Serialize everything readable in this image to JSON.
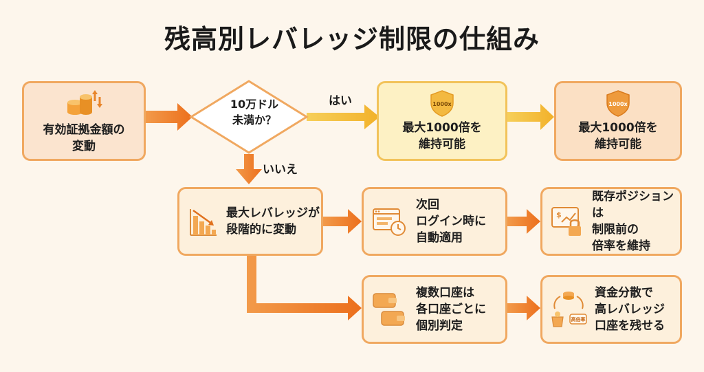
{
  "title": "残高別レバレッジ制限の仕組み",
  "start": {
    "label": "有効証拠金額の\n変動"
  },
  "decision": {
    "label": "10万ドル\n未満か？",
    "yes": "はい",
    "no": "いいえ"
  },
  "yes_box1": {
    "label": "最大1000倍を\n維持可能",
    "badge": "1000x"
  },
  "yes_box2": {
    "label": "最大1000倍を\n維持可能",
    "badge": "1000x"
  },
  "no_box": {
    "label": "最大レバレッジが\n段階的に変動"
  },
  "next_login": {
    "label": "次回\nログイン時に\n自動適用"
  },
  "existing": {
    "label": "既存ポジションは\n制限前の\n倍率を維持"
  },
  "multi_account": {
    "label": "複数口座は\n各口座ごとに\n個別判定"
  },
  "diversify": {
    "label": "資金分散で\n高レバレッジ\n口座を残せる",
    "badge": "高倍率"
  },
  "colors": {
    "orange": "#f07a22",
    "yellow": "#f2b830",
    "border": "#f0a860"
  }
}
